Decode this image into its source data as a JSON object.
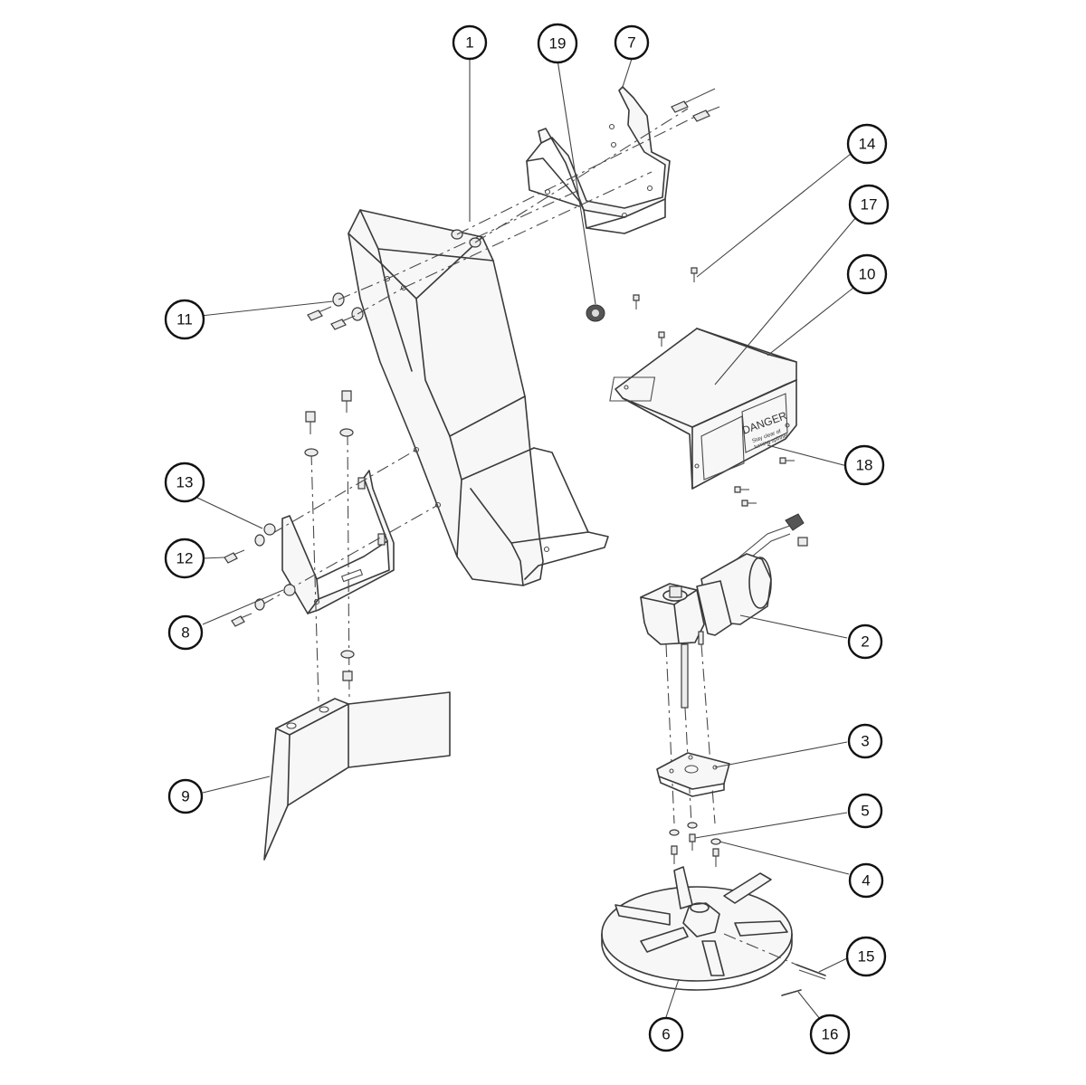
{
  "callouts": [
    {
      "id": "1",
      "label": "1"
    },
    {
      "id": "2",
      "label": "2"
    },
    {
      "id": "3",
      "label": "3"
    },
    {
      "id": "4",
      "label": "4"
    },
    {
      "id": "5",
      "label": "5"
    },
    {
      "id": "6",
      "label": "6"
    },
    {
      "id": "7",
      "label": "7"
    },
    {
      "id": "8",
      "label": "8"
    },
    {
      "id": "9",
      "label": "9"
    },
    {
      "id": "10",
      "label": "10"
    },
    {
      "id": "11",
      "label": "11"
    },
    {
      "id": "12",
      "label": "12"
    },
    {
      "id": "13",
      "label": "13"
    },
    {
      "id": "14",
      "label": "14"
    },
    {
      "id": "15",
      "label": "15"
    },
    {
      "id": "16",
      "label": "16"
    },
    {
      "id": "17",
      "label": "17"
    },
    {
      "id": "18",
      "label": "18"
    },
    {
      "id": "19",
      "label": "19"
    }
  ],
  "decal": {
    "heading": "DANGER",
    "line1": "Stay clear of",
    "line2": "turning spinner"
  }
}
